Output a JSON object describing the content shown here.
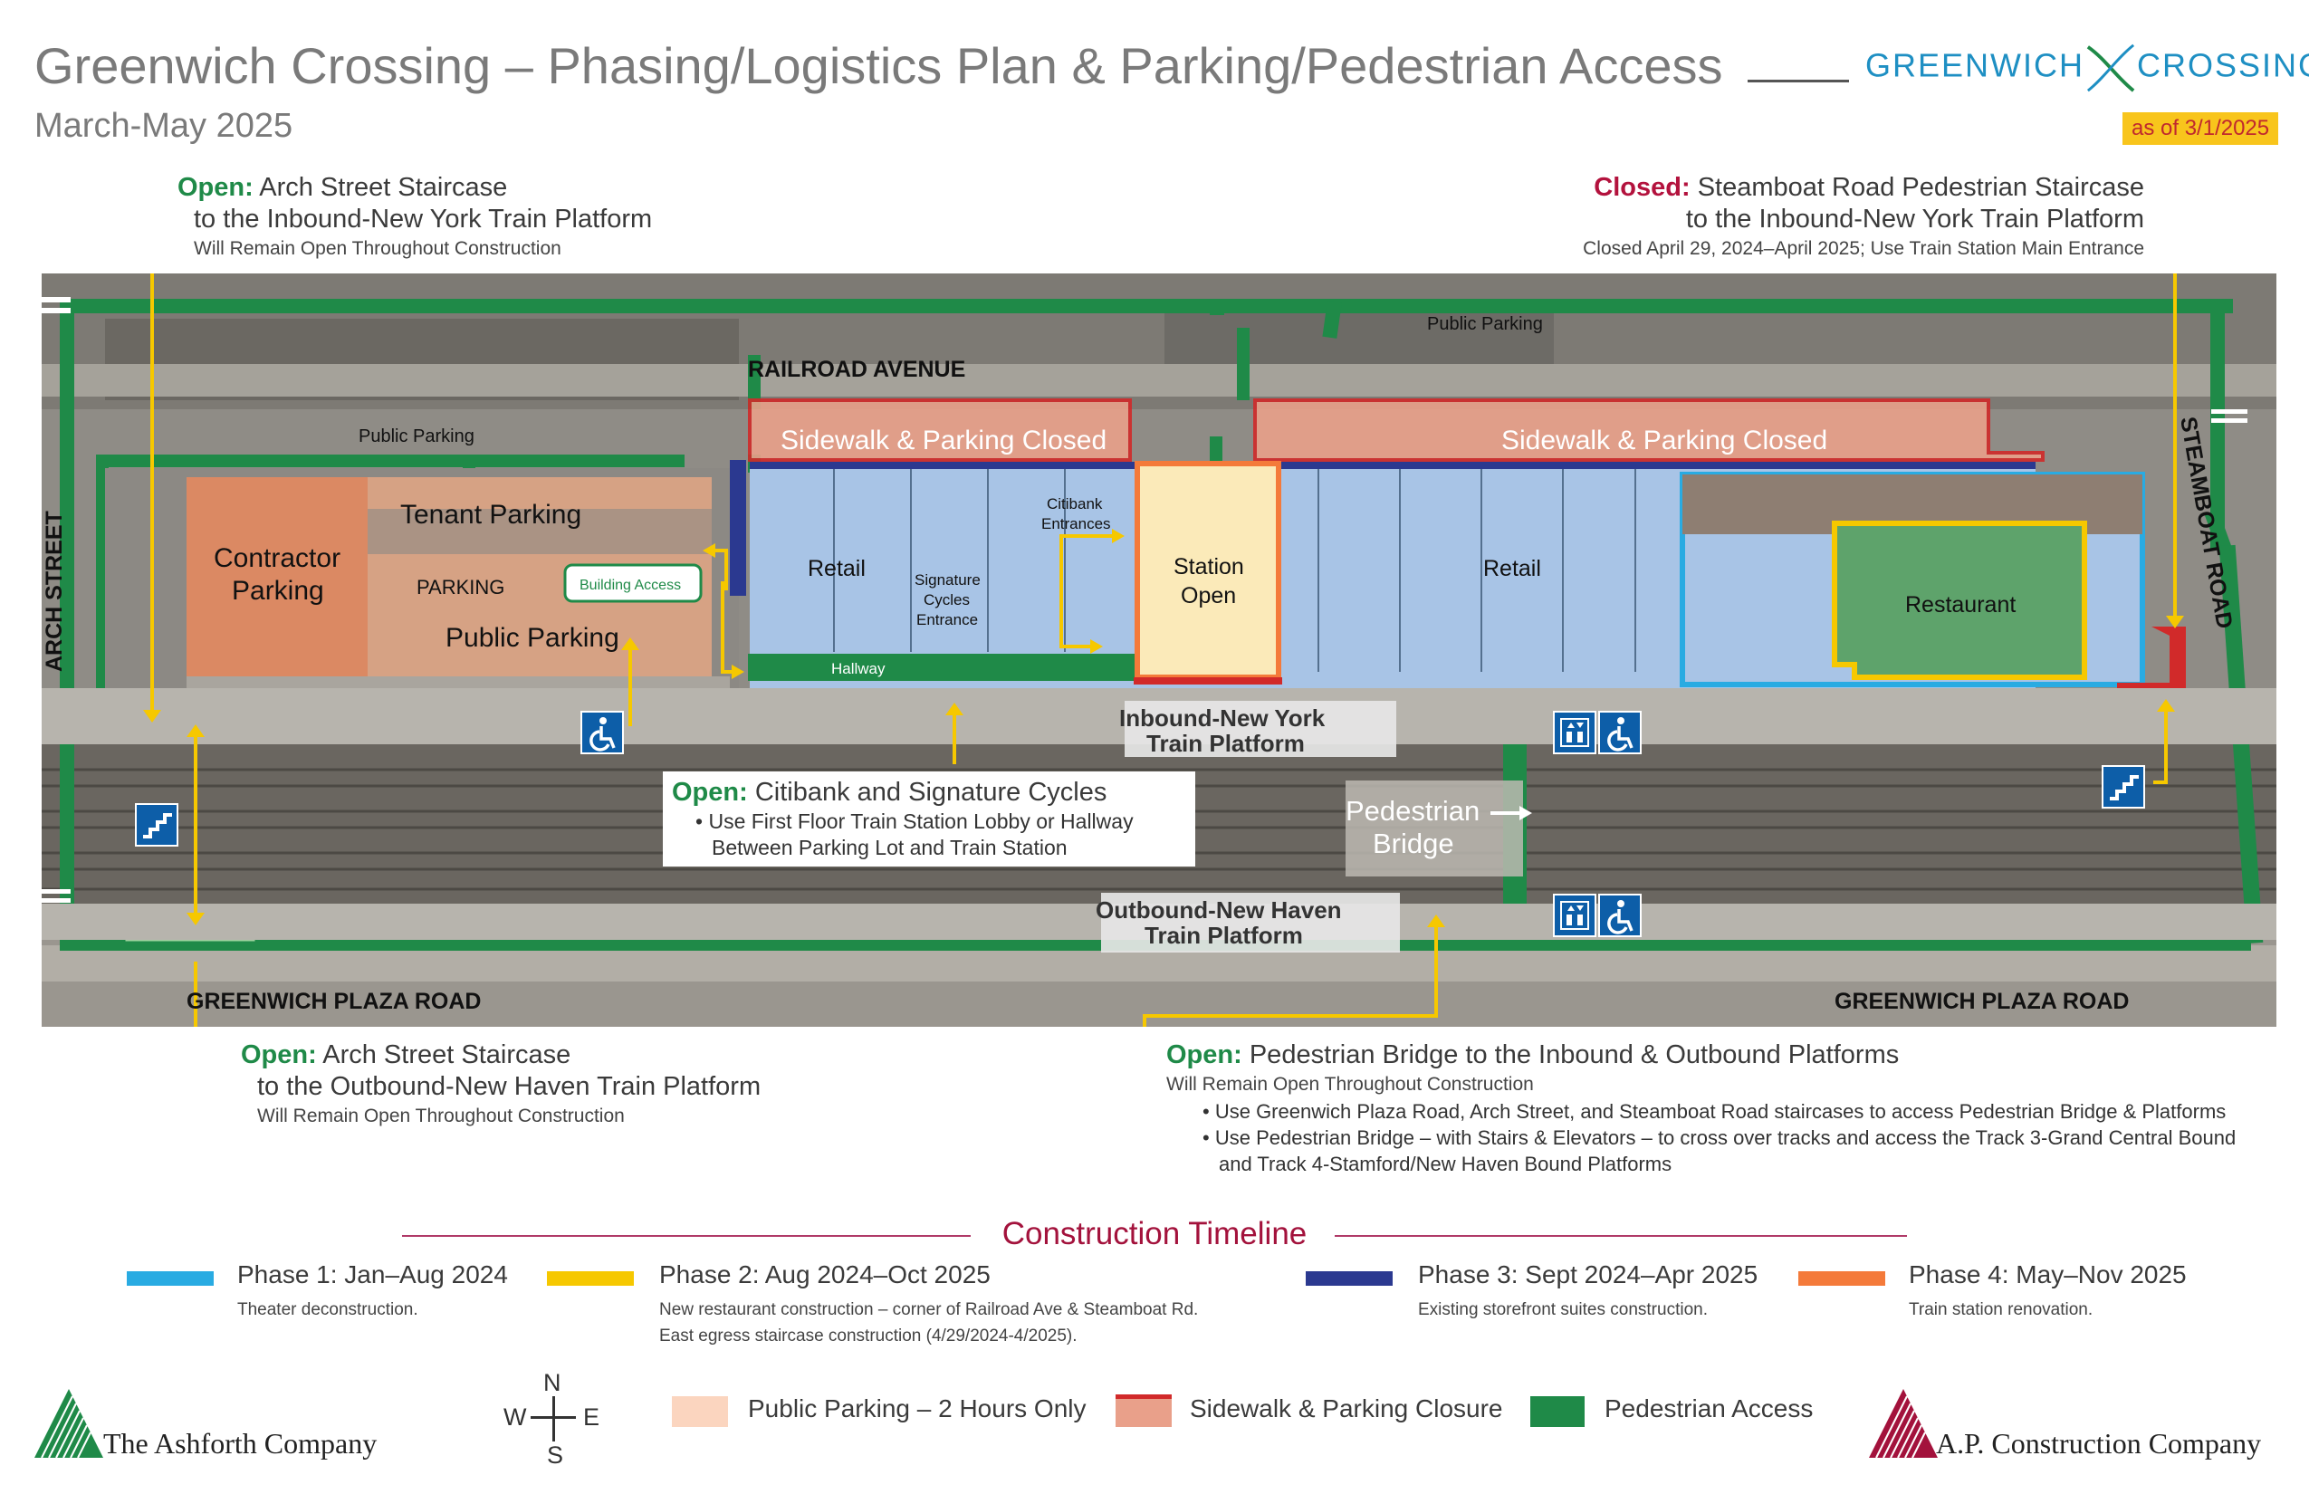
{
  "header": {
    "title": "Greenwich Crossing – Phasing/Logistics Plan & Parking/Pedestrian Access",
    "subtitle": "March-May 2025",
    "logo_left": "GREENWICH",
    "logo_right": "CROSSING",
    "as_of": "as of 3/1/2025"
  },
  "callouts": {
    "arch_inbound": {
      "status": "Open:",
      "line1": "Arch Street Staircase",
      "line2": "to the Inbound-New York Train Platform",
      "note": "Will Remain Open Throughout Construction"
    },
    "steamboat": {
      "status": "Closed:",
      "line1": "Steamboat Road Pedestrian Staircase",
      "line2": "to the Inbound-New York Train Platform",
      "note": "Closed April 29, 2024–April 2025; Use Train Station Main Entrance"
    },
    "arch_outbound": {
      "status": "Open:",
      "line1": "Arch Street Staircase",
      "line2": "to the Outbound-New Haven Train Platform",
      "note": "Will Remain Open Throughout Construction"
    },
    "bridge": {
      "status": "Open:",
      "line1": "Pedestrian Bridge to the Inbound & Outbound Platforms",
      "note": "Will Remain Open Throughout Construction",
      "bullets": [
        "Use Greenwich Plaza Road, Arch Street, and Steamboat Road staircases to access Pedestrian Bridge & Platforms",
        "Use Pedestrian Bridge – with Stairs & Elevators – to cross over tracks and access the Track 3-Grand Central Bound",
        "and Track 4-Stamford/New Haven Bound Platforms"
      ]
    },
    "citibank": {
      "status": "Open:",
      "line1": "Citibank and Signature Cycles",
      "bullets": [
        "Use First Floor Train Station Lobby or Hallway",
        "Between Parking Lot and Train Station"
      ]
    }
  },
  "map": {
    "streets": {
      "railroad_ave": "RAILROAD AVENUE",
      "arch_st": "ARCH STREET",
      "steamboat_rd": "STEAMBOAT ROAD",
      "plaza_left": "GREENWICH PLAZA ROAD",
      "plaza_right": "GREENWICH PLAZA ROAD"
    },
    "labels": {
      "public_parking_top": "Public Parking",
      "public_parking_left": "Public Parking",
      "sidewalk_closed": "Sidewalk & Parking Closed",
      "tenant_parking": "Tenant Parking",
      "contractor_parking_1": "Contractor",
      "contractor_parking_2": "Parking",
      "parking": "PARKING",
      "public_parking_lot": "Public Parking",
      "building_access": "Building Access",
      "retail": "Retail",
      "signature_1": "Signature",
      "signature_2": "Cycles",
      "signature_3": "Entrance",
      "citibank_1": "Citibank",
      "citibank_2": "Entrances",
      "hallway": "Hallway",
      "station_1": "Station",
      "station_2": "Open",
      "restaurant": "Restaurant",
      "inbound_1": "Inbound-New York",
      "inbound_2": "Train Platform",
      "outbound_1": "Outbound-New Haven",
      "outbound_2": "Train Platform",
      "bridge_1": "Pedestrian",
      "bridge_2": "Bridge"
    },
    "icons": [
      "stairs-icon",
      "accessible-icon",
      "elevator-icon"
    ]
  },
  "timeline": {
    "title": "Construction Timeline",
    "phases": [
      {
        "name": "Phase 1: Jan–Aug 2024",
        "desc": [
          "Theater deconstruction."
        ],
        "color": "#29abe2"
      },
      {
        "name": "Phase 2: Aug 2024–Oct 2025",
        "desc": [
          "New restaurant construction – corner of Railroad Ave & Steamboat Rd.",
          "East egress staircase construction (4/29/2024-4/2025)."
        ],
        "color": "#f6c800"
      },
      {
        "name": "Phase 3: Sept 2024–Apr 2025",
        "desc": [
          "Existing storefront suites construction."
        ],
        "color": "#2b3990"
      },
      {
        "name": "Phase 4: May–Nov 2025",
        "desc": [
          "Train station renovation."
        ],
        "color": "#f47a3a"
      }
    ]
  },
  "legend": {
    "compass": {
      "n": "N",
      "s": "S",
      "e": "E",
      "w": "W"
    },
    "public_parking": "Public Parking – 2 Hours Only",
    "closure": "Sidewalk & Parking Closure",
    "ped_access": "Pedestrian Access",
    "colors": {
      "public_parking": "#fbd5bf",
      "closure": "#e9a08a",
      "closure_line": "#d12a2a",
      "ped_access": "#1f8a48"
    }
  },
  "companies": {
    "left": "The Ashforth Company",
    "right": "A.P. Construction Company"
  }
}
